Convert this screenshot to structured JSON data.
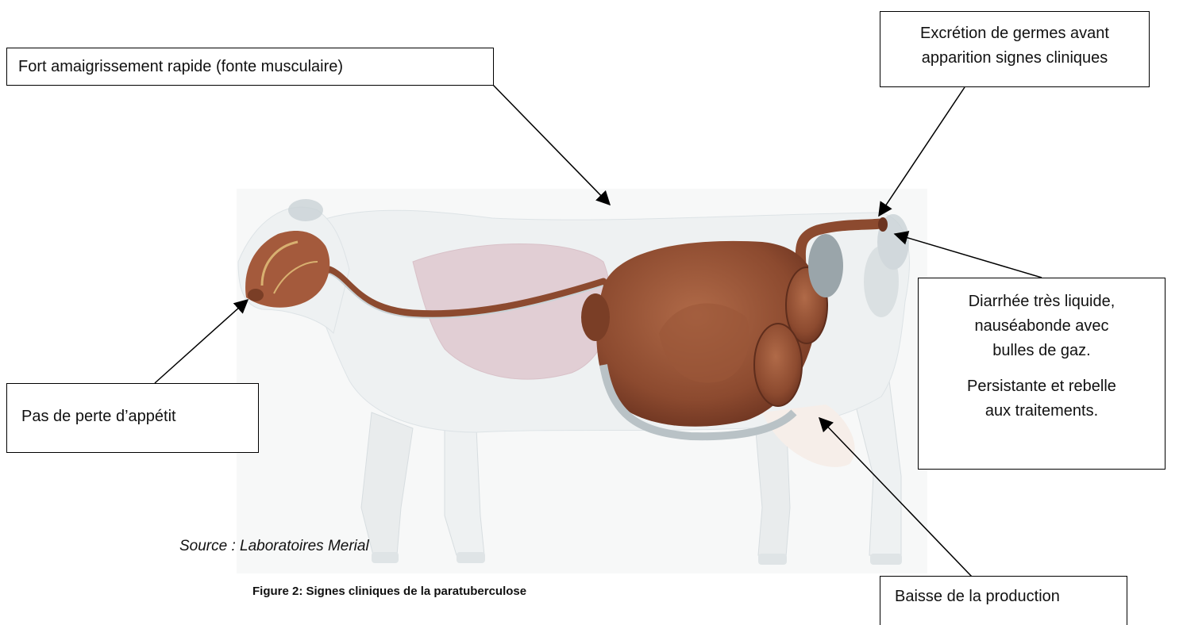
{
  "callouts": {
    "weight_loss": "Fort amaigrissement rapide (fonte musculaire)",
    "shedding": [
      "Excrétion de germes avant",
      "apparition signes cliniques"
    ],
    "appetite": "Pas de perte d’appétit",
    "diarrhea": [
      "Diarrhée très liquide,",
      "nauséabonde avec",
      "bulles de gaz."
    ],
    "persistence": [
      "Persistante et rebelle",
      "aux traitements."
    ],
    "production": "Baisse de la production"
  },
  "source": "Source : Laboratoires Merial",
  "caption": "Figure 2: Signes cliniques de la paratuberculose",
  "colors": {
    "organ_brown": "#8c4a2f",
    "organ_brown_dark": "#6b3320",
    "cow_white": "#eef1f2",
    "cow_shadow": "#c9d2d6",
    "lung_pink": "#d8b2bc",
    "line": "#000000"
  }
}
